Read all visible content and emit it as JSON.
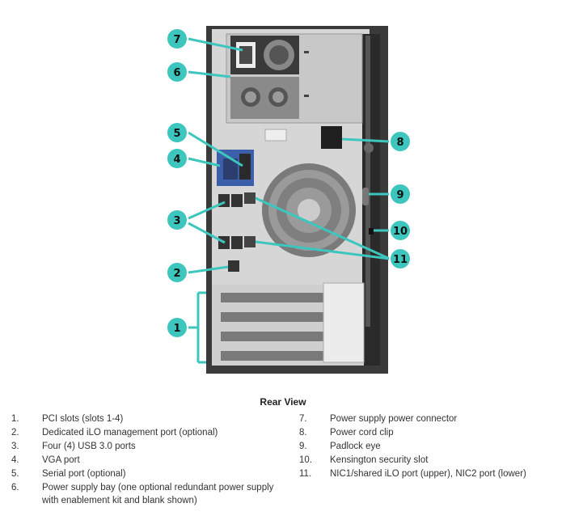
{
  "title": "Rear View",
  "callouts": [
    "1",
    "2",
    "3",
    "4",
    "5",
    "6",
    "7",
    "8",
    "9",
    "10",
    "11"
  ],
  "legend_left": [
    {
      "num": "1.",
      "text": "PCI slots (slots 1-4)"
    },
    {
      "num": "2.",
      "text": "Dedicated iLO management port (optional)"
    },
    {
      "num": "3.",
      "text": "Four (4) USB 3.0 ports"
    },
    {
      "num": "4.",
      "text": "VGA port"
    },
    {
      "num": "5.",
      "text": "Serial port (optional)"
    },
    {
      "num": "6.",
      "text": "Power supply bay (one optional redundant power supply with enablement kit and blank shown)"
    }
  ],
  "legend_right": [
    {
      "num": "7.",
      "text": "Power supply power connector"
    },
    {
      "num": "8.",
      "text": "Power cord clip"
    },
    {
      "num": "9.",
      "text": "Padlock eye"
    },
    {
      "num": "10.",
      "text": "Kensington security slot"
    },
    {
      "num": "11.",
      "text": "NIC1/shared iLO port (upper), NIC2 port (lower)"
    }
  ],
  "colors": {
    "callout": "#3cc6bd",
    "chassis": "#3a3a3a",
    "panel": "#d4d4d4",
    "vga": "#3b5fa8"
  }
}
